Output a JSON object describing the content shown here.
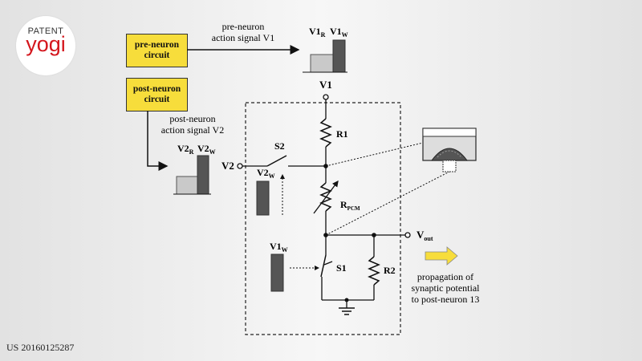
{
  "logo": {
    "top": "PATENT",
    "main": "yogi"
  },
  "patent_number": "US 20160125287",
  "boxes": {
    "pre_neuron": "pre-neuron circuit",
    "post_neuron": "post-neuron circuit"
  },
  "signals": {
    "pre_label_1": "pre-neuron",
    "pre_label_2": "action signal V1",
    "post_label_1": "post-neuron",
    "post_label_2": "action signal V2",
    "v1": "V1",
    "v2": "V2",
    "sub_r": "R",
    "sub_w": "W"
  },
  "components": {
    "v1_node": "V1",
    "r1": "R1",
    "s2": "S2",
    "s1": "S1",
    "r2": "R2",
    "rpcm_main": "R",
    "rpcm_sub": "PCM",
    "vout_main": "V",
    "vout_sub": "out",
    "v2_node": "V2"
  },
  "propagation": {
    "line1": "propagation of",
    "line2": "synaptic potential",
    "line3": "to post-neuron 13"
  },
  "colors": {
    "box_fill": "#f7dd3b",
    "arrow_fill": "#f7dd3b",
    "logo_red": "#d4161d"
  }
}
